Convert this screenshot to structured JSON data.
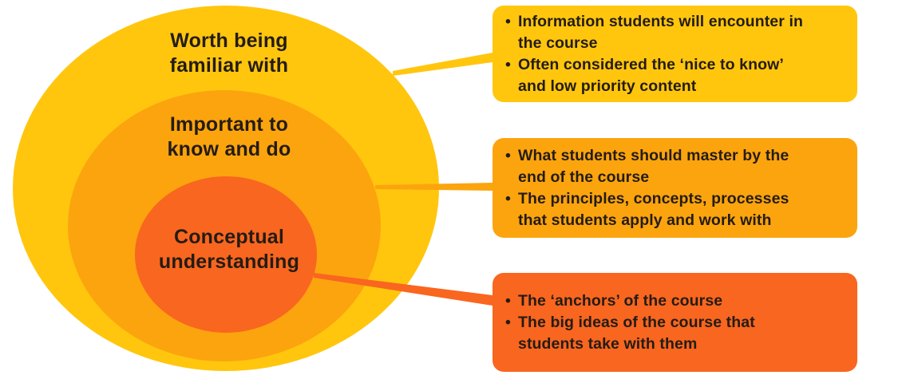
{
  "colors": {
    "background": "#ffffff",
    "yellow": "#ffc60d",
    "orange": "#fca40e",
    "red_orange": "#f9661f",
    "text": "#241c15"
  },
  "bullet_char": "•",
  "diagram": {
    "rings": [
      {
        "name": "worth-being-familiar-with",
        "label": "Worth being\nfamiliar with"
      },
      {
        "name": "important-to-know-and-do",
        "label": "Important to\nknow and do"
      },
      {
        "name": "conceptual-understanding",
        "label": "Conceptual\nunderstanding"
      }
    ]
  },
  "callouts": [
    {
      "name": "worth-being-familiar-with-callout",
      "bullets": [
        "Information students will encounter in\nthe course",
        "Often considered the ‘nice to know’\nand low priority content"
      ]
    },
    {
      "name": "important-to-know-and-do-callout",
      "bullets": [
        "What students should master by the\nend of the course",
        "The principles, concepts, processes\nthat students apply and work with"
      ]
    },
    {
      "name": "conceptual-understanding-callout",
      "bullets": [
        "The ‘anchors’ of the course",
        "The big ideas of the course that\nstudents take with them"
      ]
    }
  ]
}
